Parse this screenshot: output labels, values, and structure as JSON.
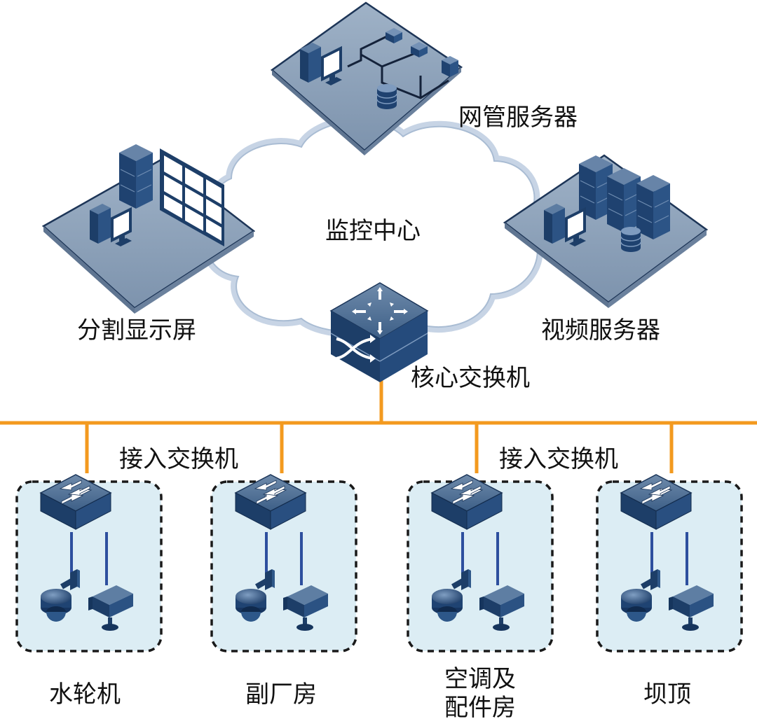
{
  "labels": {
    "monitor_center": "监控中心",
    "nms_server": "网管服务器",
    "split_display": "分割显示屏",
    "video_server": "视频服务器",
    "core_switch": "核心交换机",
    "access_switch_left": "接入交换机",
    "access_switch_right": "接入交换机"
  },
  "sites": [
    {
      "name": "水轮机"
    },
    {
      "name": "副厂房"
    },
    {
      "name_line1": "空调及",
      "name_line2": "配件房"
    },
    {
      "name": "坝顶"
    }
  ],
  "colors": {
    "trunk": "#f39a1f",
    "device_dark": "#20426e",
    "device_top": "#4f6f94",
    "platform": "#8ea3bb",
    "cloud_fill": "#ffffff",
    "cloud_edge": "#c9d6e6",
    "site_bg": "#dcedf4",
    "site_border": "#1a1a1a"
  }
}
